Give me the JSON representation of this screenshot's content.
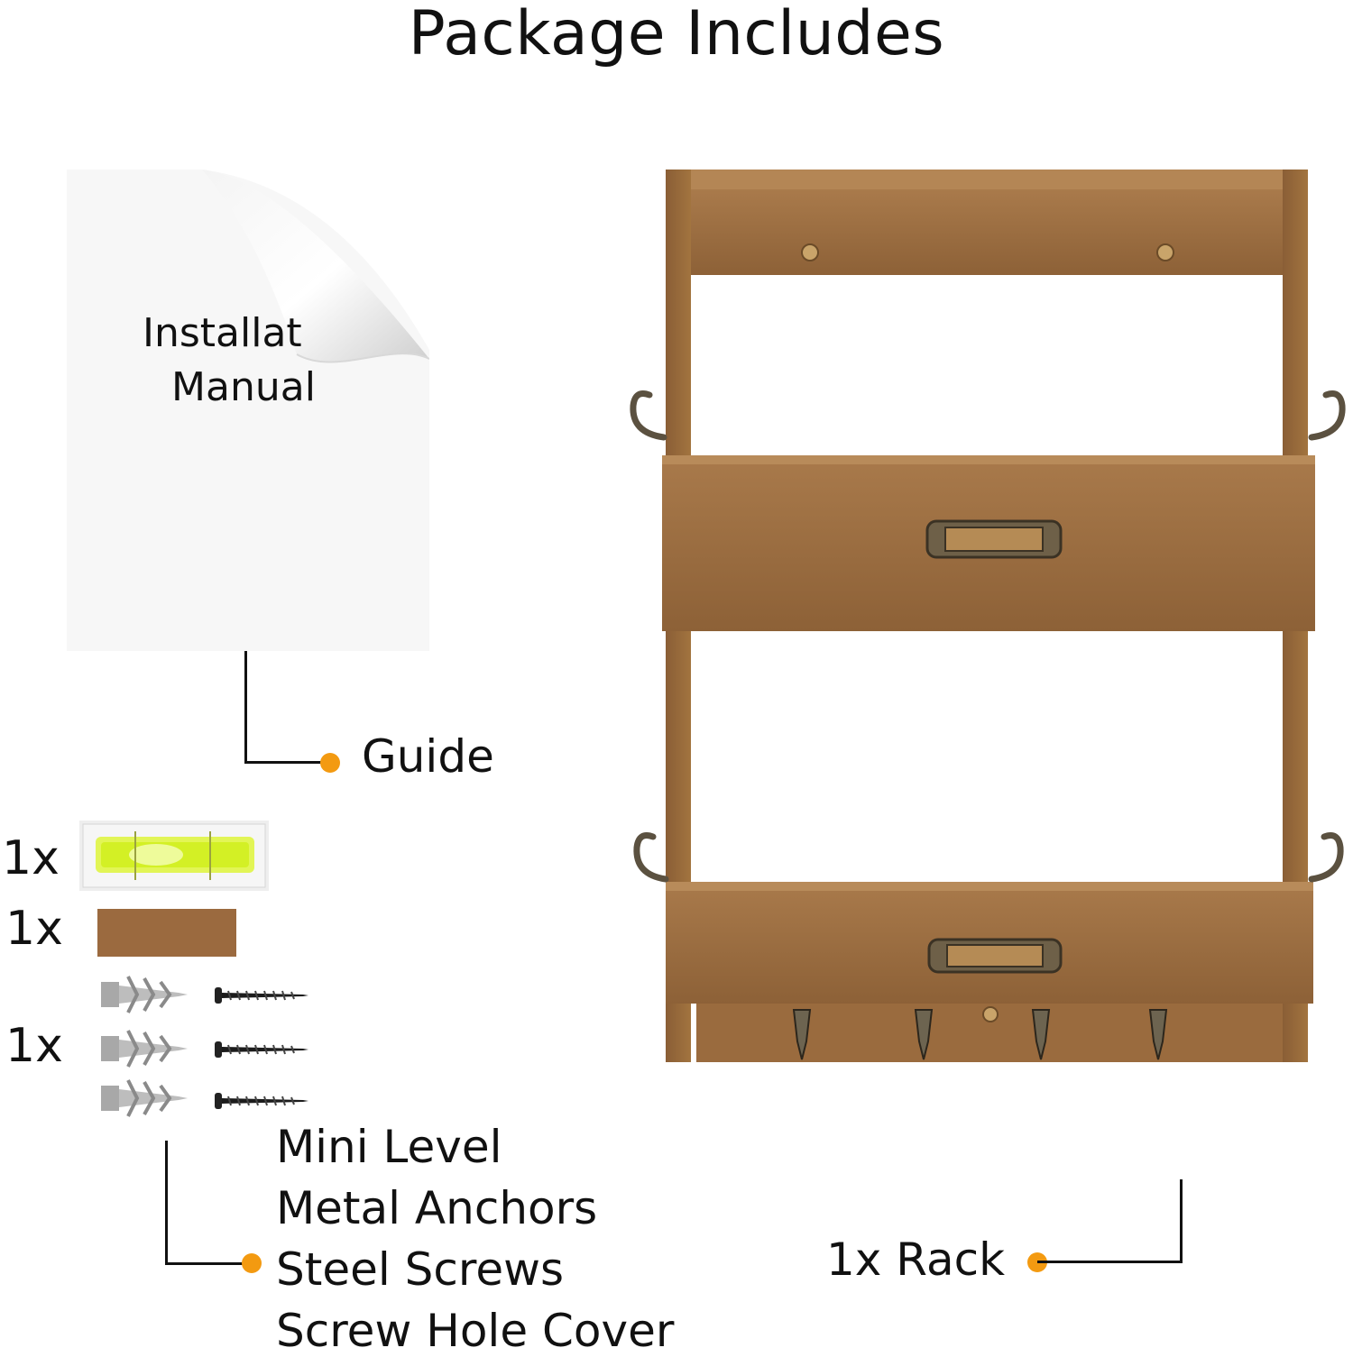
{
  "header": {
    "title": "Package Includes"
  },
  "manual": {
    "line1": "Installat",
    "line2": "Manual"
  },
  "callouts": {
    "guide": "Guide",
    "rack": "1x Rack",
    "hardware": [
      "Mini Level",
      "Metal Anchors",
      "Steel Screws",
      "Screw Hole Cover"
    ]
  },
  "quantities": {
    "level": "1x",
    "cover": "1x",
    "screws": "1x"
  },
  "colors": {
    "accent": "#f39a11",
    "wood": "#9a6a3c",
    "level_liquid": "#d9f51c",
    "line": "#111111"
  }
}
